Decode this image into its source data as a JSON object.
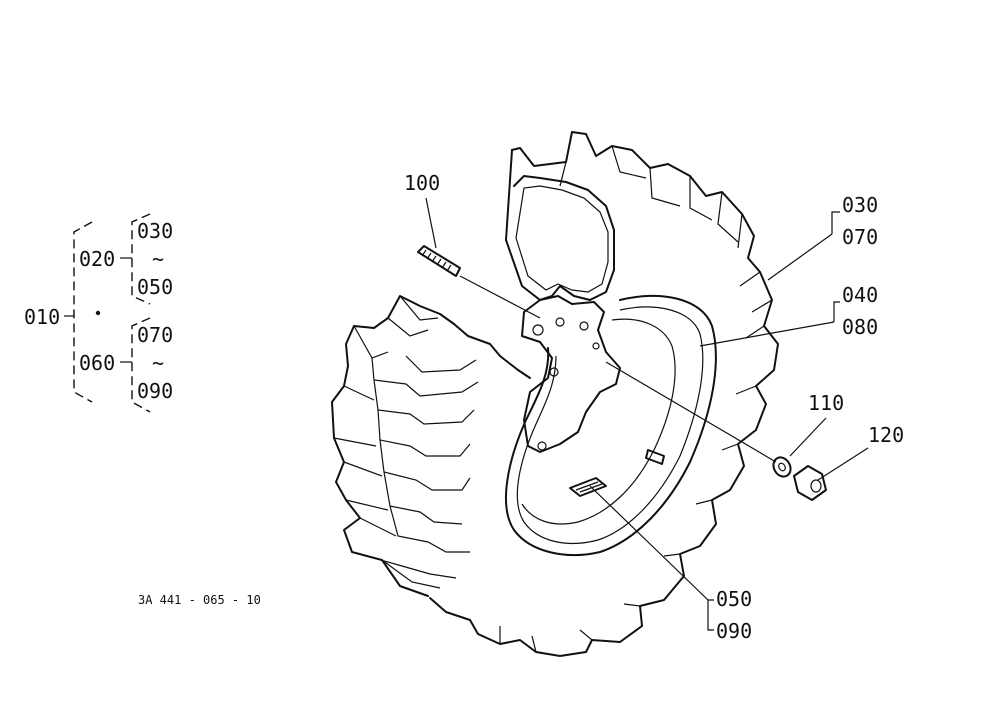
{
  "tree": {
    "root": "010",
    "group_a": "020",
    "a_start": "030",
    "a_tilde": "~",
    "a_end": "050",
    "group_b": "060",
    "b_start": "070",
    "b_tilde": "~",
    "b_end": "090"
  },
  "callouts": {
    "stud": "100",
    "c030": "030",
    "c070": "070",
    "c040": "040",
    "c080": "080",
    "washer": "110",
    "nut": "120",
    "c050": "050",
    "c090": "090"
  },
  "drawing_code": "3A 441 - 065 - 10"
}
